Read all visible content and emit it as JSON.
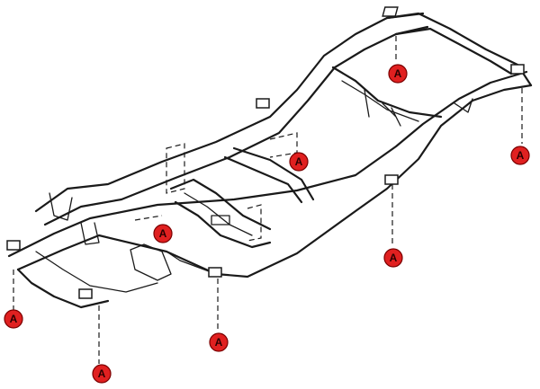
{
  "markers": [
    {
      "label": "A"
    },
    {
      "label": "A"
    },
    {
      "label": "A"
    },
    {
      "label": "A"
    },
    {
      "label": "A"
    },
    {
      "label": "A"
    },
    {
      "label": "A"
    },
    {
      "label": "A"
    }
  ],
  "colors": {
    "marker_fill": "#e02020",
    "line": "#1a1a1a",
    "background": "#ffffff"
  }
}
